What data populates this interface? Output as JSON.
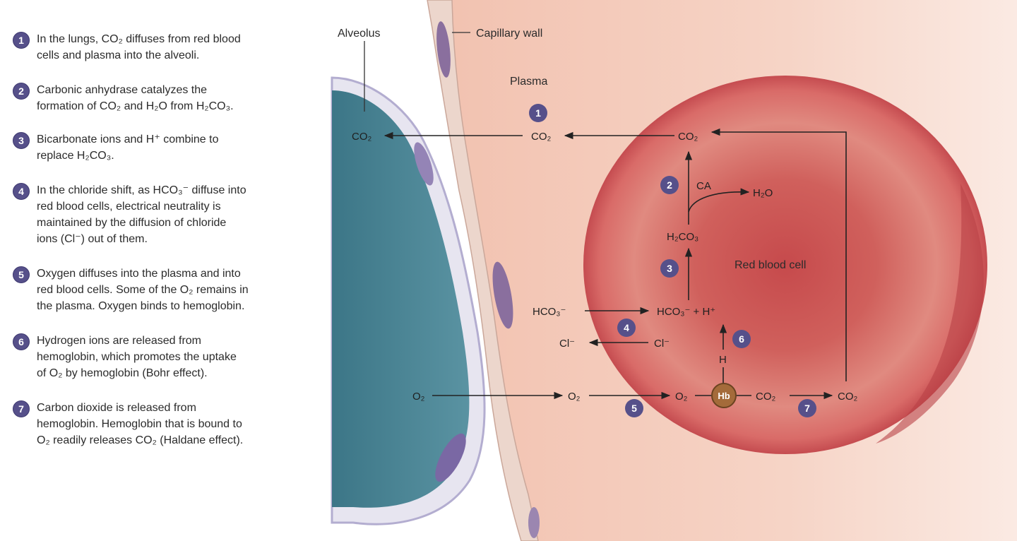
{
  "steps": [
    {
      "num": "1",
      "lines": [
        "In the lungs, CO₂ diffuses from red blood",
        "cells and plasma into the alveoli."
      ]
    },
    {
      "num": "2",
      "lines": [
        "Carbonic anhydrase catalyzes the",
        "formation of CO₂ and H₂O from H₂CO₃."
      ]
    },
    {
      "num": "3",
      "lines": [
        "Bicarbonate ions and H⁺ combine to",
        "replace H₂CO₃."
      ]
    },
    {
      "num": "4",
      "lines": [
        "In the chloride shift, as HCO₃⁻ diffuse into",
        "red blood cells, electrical neutrality is",
        "maintained by the diffusion of chloride",
        "ions (Cl⁻) out of them."
      ]
    },
    {
      "num": "5",
      "lines": [
        "Oxygen diffuses into the plasma and into",
        "red blood cells. Some of the O₂ remains in",
        "the plasma. Oxygen binds to hemoglobin."
      ]
    },
    {
      "num": "6",
      "lines": [
        "Hydrogen ions are released from",
        "hemoglobin, which promotes the uptake",
        "of O₂ by hemoglobin (Bohr effect)."
      ]
    },
    {
      "num": "7",
      "lines": [
        "Carbon dioxide is released from",
        "hemoglobin. Hemoglobin that is bound to",
        "O₂ readily releases CO₂ (Haldane effect)."
      ]
    }
  ],
  "labels": {
    "alveolus": "Alveolus",
    "capillary_wall": "Capillary wall",
    "plasma": "Plasma",
    "red_blood_cell": "Red blood cell"
  },
  "nodes": {
    "alveolus_co2": "CO₂",
    "plasma_co2": "CO₂",
    "rbc_co2_top": "CO₂",
    "ca": "CA",
    "h2o": "H₂O",
    "h2co3": "H₂CO₃",
    "plasma_hco3": "HCO₃⁻",
    "rbc_hco3_h": "HCO₃⁻ + H⁺",
    "plasma_cl": "Cl⁻",
    "rbc_cl": "Cl⁻",
    "h_from_hb": "H",
    "alveolus_o2": "O₂",
    "plasma_o2": "O₂",
    "rbc_o2": "O₂",
    "hb": "Hb",
    "hb_co2": "CO₂",
    "released_co2": "CO₂"
  },
  "diagram_badges": [
    "1",
    "2",
    "3",
    "4",
    "5",
    "6",
    "7"
  ],
  "colors": {
    "badge": "#56508a",
    "alveolus_fill": "#4a8394",
    "alveolus_wall": "#d8d5e6",
    "plasma": "#f3cdbc",
    "rbc": "#cf5a5a",
    "hb": "#a46b3a"
  }
}
